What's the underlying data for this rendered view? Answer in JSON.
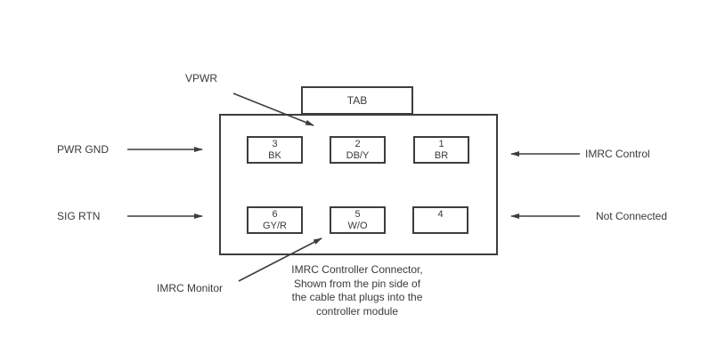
{
  "colors": {
    "background": "#ffffff",
    "line": "#3d3d3d",
    "text": "#3a3a3a"
  },
  "tab": {
    "label": "TAB"
  },
  "connector": {
    "pins": [
      {
        "number": "3",
        "wire": "BK"
      },
      {
        "number": "2",
        "wire": "DB/Y"
      },
      {
        "number": "1",
        "wire": "BR"
      },
      {
        "number": "6",
        "wire": "GY/R"
      },
      {
        "number": "5",
        "wire": "W/O"
      },
      {
        "number": "4",
        "wire": ""
      }
    ]
  },
  "labels": {
    "vpwr": "VPWR",
    "pwr_gnd": "PWR GND",
    "sig_rtn": "SIG RTN",
    "imrc_control": "IMRC Control",
    "not_connected": "Not Connected",
    "imrc_monitor": "IMRC Monitor"
  },
  "caption": "IMRC Controller Connector,\nShown from the pin side of\nthe cable that plugs into the\ncontroller module"
}
